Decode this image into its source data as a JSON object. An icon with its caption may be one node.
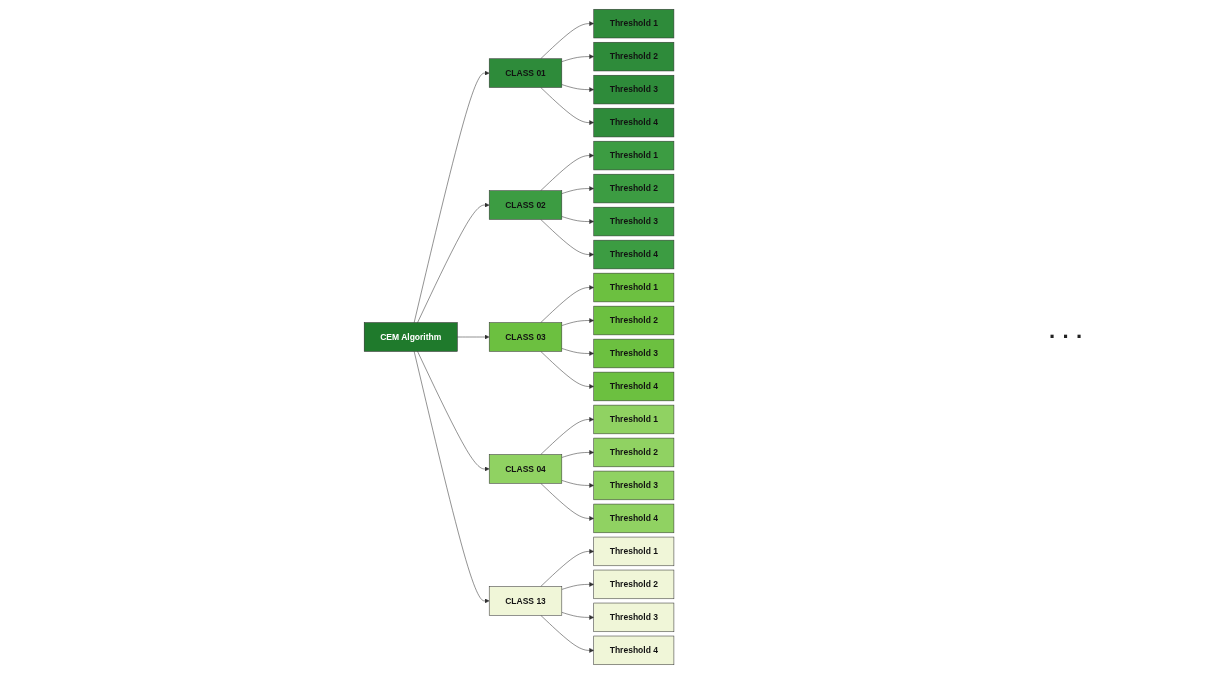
{
  "diagram": {
    "nodes": [
      {
        "text": [
          "CEM Algorithm"
        ]
      },
      {
        "text": [
          "CLASS 01"
        ]
      },
      {
        "text": [
          "CLASS 02"
        ]
      },
      {
        "text": [
          "CLASS 03"
        ]
      },
      {
        "text": [
          "CLASS 04"
        ]
      },
      {
        "text": [
          "CLASS 13"
        ]
      },
      {
        "text": [
          "Threshold 1"
        ]
      },
      {
        "text": [
          "Threshold 1"
        ]
      },
      {
        "text": [
          "Threshold 1"
        ]
      },
      {
        "text": [
          "Threshold 1"
        ]
      },
      {
        "text": [
          "Threshold 1"
        ]
      },
      {
        "text": [
          "Threshold 2"
        ]
      },
      {
        "text": [
          "Threshold 2"
        ]
      },
      {
        "text": [
          "Threshold 2"
        ]
      },
      {
        "text": [
          "Threshold 2"
        ]
      },
      {
        "text": [
          "Threshold 2"
        ]
      },
      {
        "text": [
          "Threshold 3"
        ]
      },
      {
        "text": [
          "Threshold 3"
        ]
      },
      {
        "text": [
          "Threshold 3"
        ]
      },
      {
        "text": [
          "Threshold 3"
        ]
      },
      {
        "text": [
          "Threshold 3"
        ]
      },
      {
        "text": [
          "Threshold 4"
        ]
      },
      {
        "text": [
          "Threshold 4"
        ]
      },
      {
        "text": [
          "Threshold 4"
        ]
      },
      {
        "text": [
          "Threshold 4"
        ]
      },
      {
        "text": [
          "Threshold 4"
        ]
      }
    ],
    "edges": [
      {
        "from": 0,
        "to": 1,
        "arrow": "to"
      },
      {
        "from": 0,
        "to": 2,
        "arrow": "to"
      },
      {
        "from": 0,
        "to": 3,
        "arrow": "to"
      },
      {
        "from": 0,
        "to": 4,
        "arrow": "to"
      },
      {
        "from": 0,
        "to": 5,
        "arrow": "to"
      },
      {
        "from": 1,
        "to": 6,
        "arrow": "to"
      },
      {
        "from": 1,
        "to": 11,
        "arrow": "to"
      },
      {
        "from": 1,
        "to": 16,
        "arrow": "to"
      },
      {
        "from": 1,
        "to": 21,
        "arrow": "to"
      },
      {
        "from": 2,
        "to": 7,
        "arrow": "to"
      },
      {
        "from": 2,
        "to": 12,
        "arrow": "to"
      },
      {
        "from": 2,
        "to": 17,
        "arrow": "to"
      },
      {
        "from": 2,
        "to": 22,
        "arrow": "to"
      },
      {
        "from": 3,
        "to": 8,
        "arrow": "to"
      },
      {
        "from": 3,
        "to": 13,
        "arrow": "to"
      },
      {
        "from": 3,
        "to": 18,
        "arrow": "to"
      },
      {
        "from": 3,
        "to": 23,
        "arrow": "to"
      },
      {
        "from": 4,
        "to": 9,
        "arrow": "to"
      },
      {
        "from": 4,
        "to": 14,
        "arrow": "to"
      },
      {
        "from": 4,
        "to": 19,
        "arrow": "to"
      },
      {
        "from": 4,
        "to": 24,
        "arrow": "to"
      },
      {
        "from": 5,
        "to": 10,
        "arrow": "to"
      },
      {
        "from": 5,
        "to": 15,
        "arrow": "to"
      },
      {
        "from": 5,
        "to": 20,
        "arrow": "to"
      },
      {
        "from": 5,
        "to": 25,
        "arrow": "to"
      }
    ],
    "labels": [
      "· · ·"
    ]
  }
}
